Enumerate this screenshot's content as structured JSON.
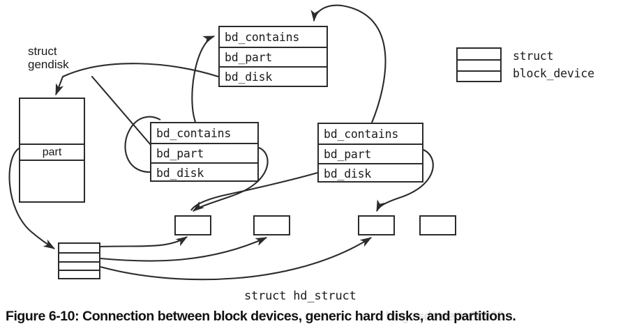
{
  "figure": {
    "caption": "Figure 6-10: Connection between block devices, generic hard disks, and partitions.",
    "watermark": "blog.csdn.net/w80260"
  },
  "labels": {
    "gendisk": "struct\ngendisk",
    "hd_struct": "struct hd_struct",
    "part_field": "part"
  },
  "legend": {
    "text": "struct\nblock_device"
  },
  "block_devices": [
    {
      "id": "bd-top",
      "fields": [
        "bd_contains",
        "bd_part",
        "bd_disk"
      ]
    },
    {
      "id": "bd-middle",
      "fields": [
        "bd_contains",
        "bd_part",
        "bd_disk"
      ]
    },
    {
      "id": "bd-right",
      "fields": [
        "bd_contains",
        "bd_part",
        "bd_disk"
      ]
    }
  ],
  "hd_struct_boxes": [
    {
      "id": "hd-box-1"
    },
    {
      "id": "hd-box-2"
    },
    {
      "id": "hd-box-3"
    },
    {
      "id": "hd-box-4"
    }
  ],
  "colors": {
    "stroke": "#2b2b2b",
    "text": "#1a1a1a",
    "background": "#ffffff",
    "watermark": "#d9d9d9"
  }
}
